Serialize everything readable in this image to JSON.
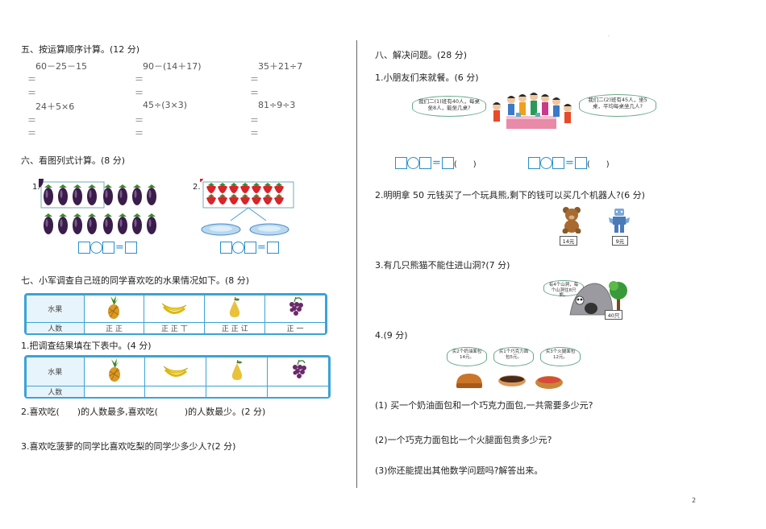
{
  "page_number": "2",
  "left": {
    "s5": {
      "title": "五、按运算顺序计算。(12 分)",
      "items": [
        "60－25－15",
        "90－(14＋17)",
        "35＋21÷7",
        "24＋5×6",
        "45÷(3×3)",
        "81÷9÷3"
      ],
      "eq": "＝"
    },
    "s6": {
      "title": "六、看图列式计算。(8 分)",
      "p1": "1.",
      "p2": "2."
    },
    "s7": {
      "title": "七、小军调查自己班的同学喜欢吃的水果情况如下。(8 分)",
      "row_fruit": "水果",
      "row_people": "人数",
      "tallies": [
        "正 正",
        "正 正 丅",
        "正 正 讧",
        "正 一"
      ],
      "q1": "1.把调查结果填在下表中。(4 分)",
      "q2": "2.喜欢吃(　　)的人数最多,喜欢吃(　　　)的人数最少。(2 分)",
      "q3": "3.喜欢吃菠萝的同学比喜欢吃梨的同学少多少人?(2 分)"
    }
  },
  "right": {
    "s8": {
      "title": "八、解决问题。(28 分)",
      "q1": "1.小朋友们来就餐。(6 分)",
      "bubble_left": "我们二(1)班有40人，每桌坐8人，能坐几桌?",
      "bubble_right": "我们二(2)班有45人，坐5桌，平均每桌坐几人?",
      "paren": "(　　)",
      "q2": "2.明明拿 50 元钱买了一个玩具熊,剩下的钱可以买几个机器人?(6 分)",
      "price_bear": "14元",
      "price_robot": "9元",
      "q3": "3.有几只熊猫不能住进山洞?(7 分)",
      "bubble_panda": "有4个山洞，每个山洞住8只熊。",
      "panda_count": "40只",
      "q4": "4.(9 分)",
      "bubble_b1": "买2个奶油面包14元。",
      "bubble_b2": "买1个巧克力面包5元。",
      "bubble_b3": "买3个火腿面包12元。",
      "q4_1": "(1) 买一个奶油面包和一个巧克力面包,一共需要多少元?",
      "q4_2": "(2)一个巧克力面包比一个火腿面包贵多少元?",
      "q4_3": "(3)你还能提出其他数学问题吗?解答出来。"
    }
  }
}
